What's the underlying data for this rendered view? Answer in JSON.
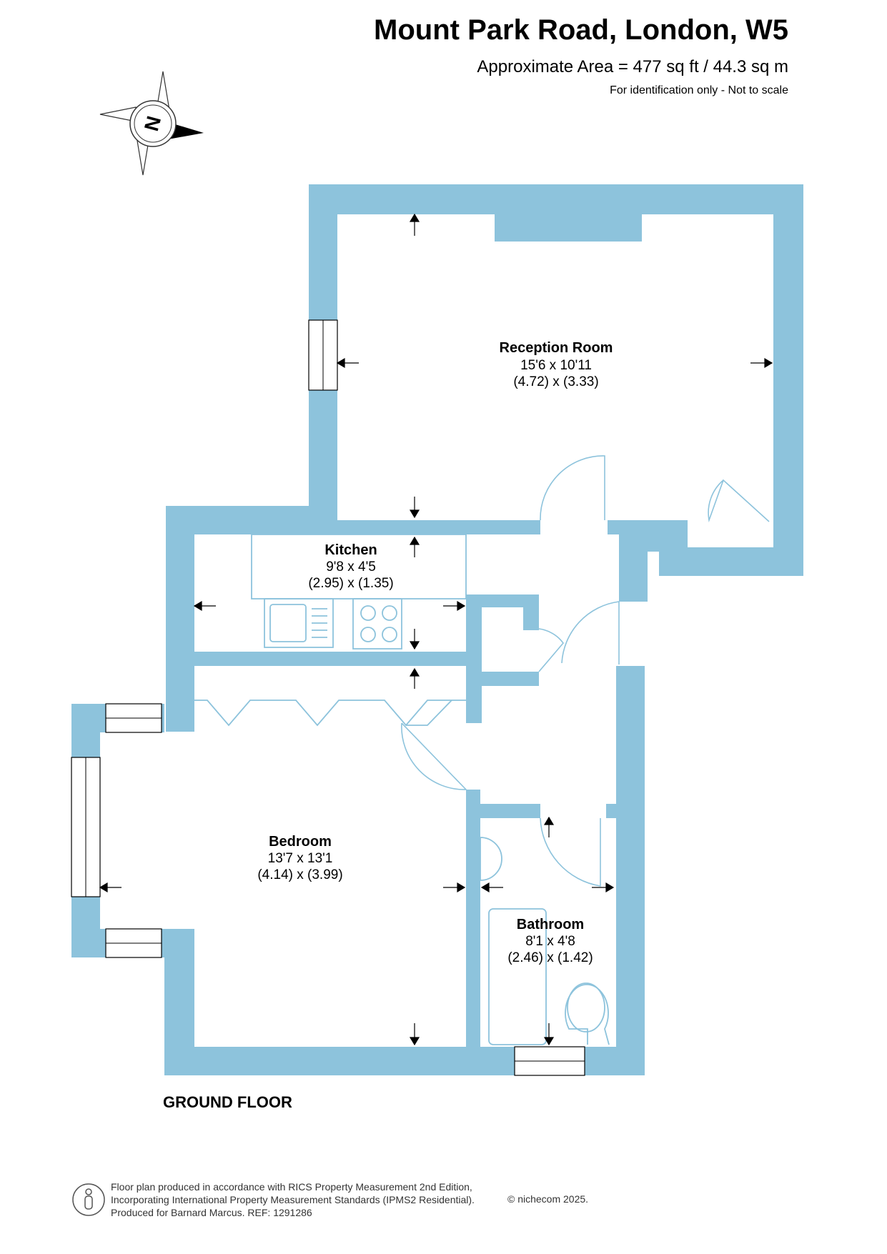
{
  "header": {
    "title": "Mount Park Road, London, W5",
    "area": "Approximate Area = 477 sq ft / 44.3 sq m",
    "note": "For identification only - Not to scale"
  },
  "compass": {
    "letter": "N",
    "icon": "compass-icon"
  },
  "rooms": {
    "reception": {
      "name": "Reception Room",
      "imperial": "15'6 x 10'11",
      "metric": "(4.72) x (3.33)"
    },
    "kitchen": {
      "name": "Kitchen",
      "imperial": "9'8 x 4'5",
      "metric": "(2.95) x (1.35)"
    },
    "bedroom": {
      "name": "Bedroom",
      "imperial": "13'7 x 13'1",
      "metric": "(4.14) x (3.99)"
    },
    "bathroom": {
      "name": "Bathroom",
      "imperial": "8'1 x 4'8",
      "metric": "(2.46) x (1.42)"
    }
  },
  "floor_label": "GROUND FLOOR",
  "footer": {
    "line1": "Floor plan produced in accordance with RICS Property Measurement 2nd Edition,",
    "line2": "Incorporating International Property Measurement Standards (IPMS2 Residential).",
    "line3": "Produced for Barnard Marcus.   REF:  1291286",
    "credit": "© nichecom 2025."
  },
  "colors": {
    "wall": "#8dc3dc",
    "text": "#000000"
  }
}
